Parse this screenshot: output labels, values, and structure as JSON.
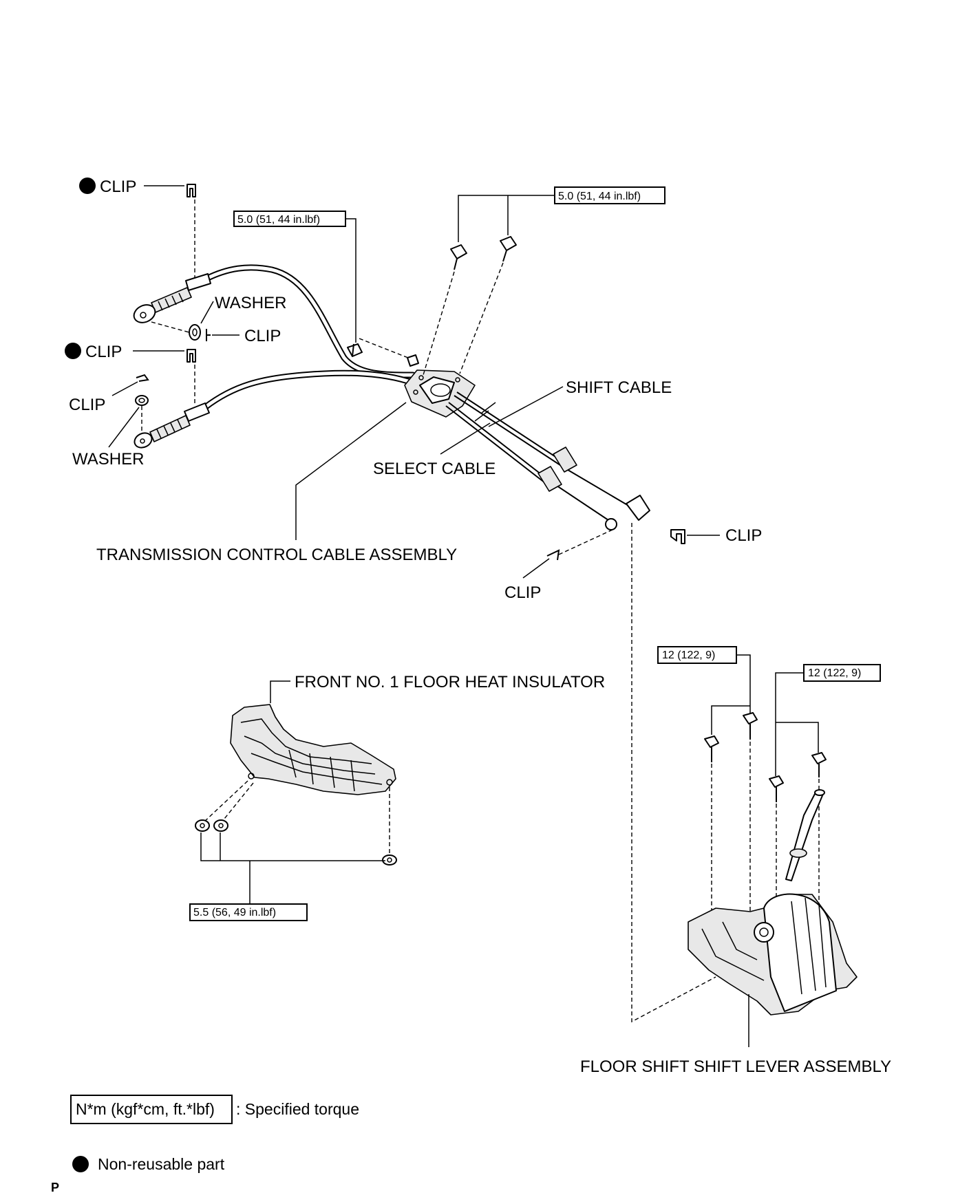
{
  "labels": {
    "clip_top": "CLIP",
    "clip_mid": "CLIP",
    "clip_left": "CLIP",
    "clip_mid_right": "CLIP",
    "clip_right": "CLIP",
    "clip_bottom": "CLIP",
    "washer_upper": "WASHER",
    "washer_lower": "WASHER",
    "shift_cable": "SHIFT CABLE",
    "select_cable": "SELECT CABLE",
    "transmission_control_cable": "TRANSMISSION CONTROL CABLE ASSEMBLY",
    "heat_insulator": "FRONT NO. 1 FLOOR HEAT INSULATOR",
    "shift_lever": "FLOOR SHIFT SHIFT LEVER ASSEMBLY"
  },
  "torques": {
    "cable_bracket_bolt": "5.0 (51, 44 in.lbf)",
    "cable_plate_bolts": "5.0 (51, 44 in.lbf)",
    "insulator_nuts": "5.5 (56, 49 in.lbf)",
    "shift_lever_bolts_left": "12 (122, 9)",
    "shift_lever_bolts_right": "12 (122, 9)"
  },
  "legend": {
    "torque_box": "N*m (kgf*cm, ft.*lbf)",
    "torque_text": ": Specified torque",
    "nonreusable_text": "Non-reusable part"
  },
  "page_marker": "P"
}
